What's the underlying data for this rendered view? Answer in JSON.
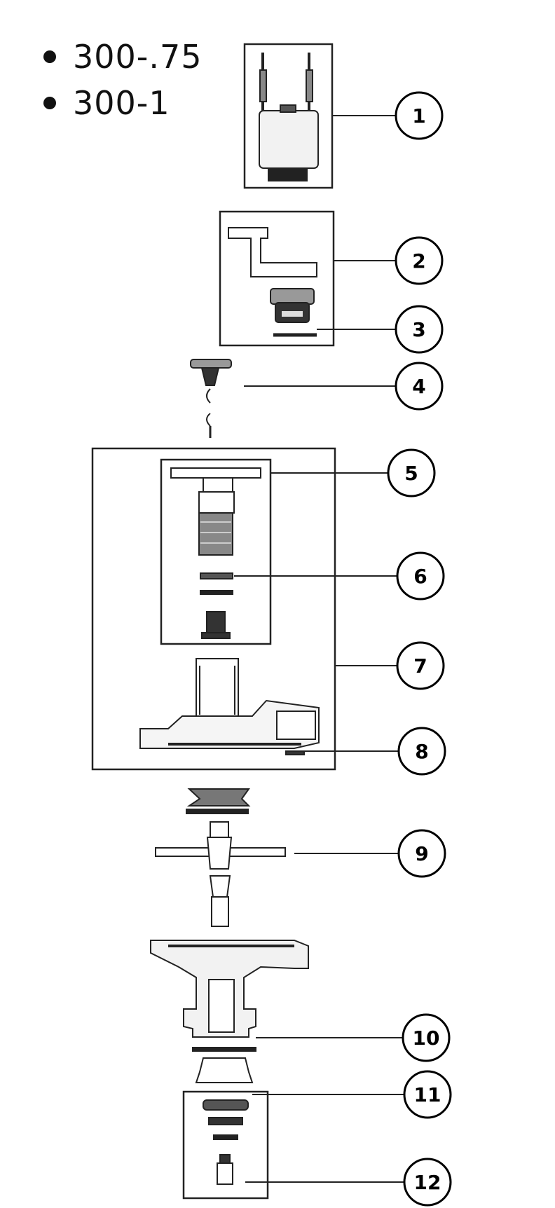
{
  "models": [
    "300-.75",
    "300-1"
  ],
  "callouts": [
    "1",
    "2",
    "3",
    "4",
    "5",
    "6",
    "7",
    "8",
    "9",
    "10",
    "11",
    "12"
  ]
}
